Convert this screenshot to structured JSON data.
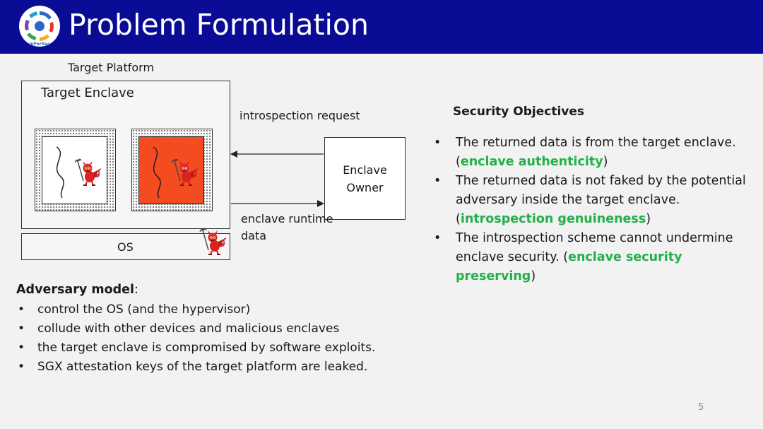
{
  "header": {
    "title": "Problem Formulation",
    "logo_text": "InForSec",
    "bg_color": "#0a0c96"
  },
  "diagram": {
    "platform_label": "Target Platform",
    "enclave_label": "Target Enclave",
    "os_label": "OS",
    "owner_label": "Enclave Owner",
    "request_label": "introspection request",
    "response_label_line1": "enclave runtime",
    "response_label_line2": "data",
    "compromised_fill": "#f54b21",
    "icons": [
      "devil-icon",
      "curve-icon"
    ]
  },
  "adversary": {
    "heading_bold": "Adversary model",
    "heading_suffix": ":",
    "items": [
      "control the OS (and the hypervisor)",
      "collude with other devices and malicious enclaves",
      "the target enclave is compromised by software exploits.",
      "SGX attestation keys of the target platform are leaked."
    ]
  },
  "objectives": {
    "heading": "Security Objectives",
    "items": [
      {
        "text": "The returned data is from the target enclave. (",
        "highlight": "enclave authenticity",
        "suffix": ")"
      },
      {
        "text": "The returned data is not faked by the potential adversary inside the target enclave. (",
        "highlight": "introspection genuineness",
        "suffix": ")"
      },
      {
        "text": "The introspection scheme cannot undermine enclave security. (",
        "highlight": "enclave security preserving",
        "suffix": ")"
      }
    ],
    "highlight_color": "#22b04a"
  },
  "page_number": "5"
}
